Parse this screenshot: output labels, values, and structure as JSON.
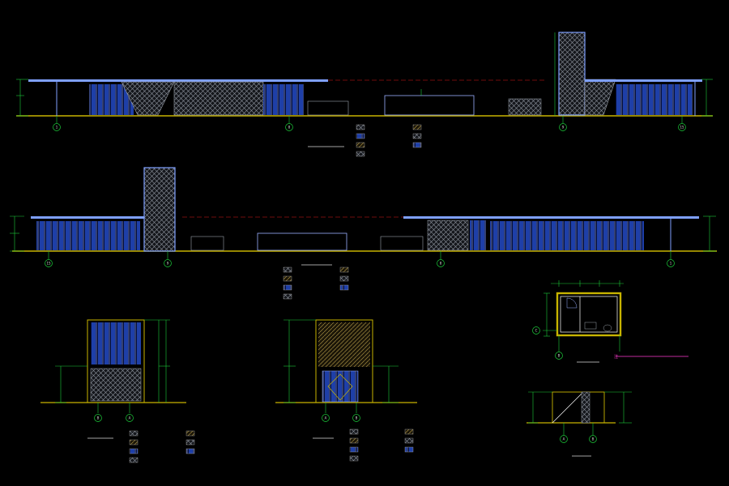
{
  "drawing": {
    "background": "#000000",
    "palette": {
      "ground": "#c8b400",
      "wall": "#2a5bd7",
      "glass": "#1e3fa8",
      "hatch": "#9aa0aa",
      "dimension": "#1ccc3a",
      "axis_bubble": "#1ccc3a",
      "roof": "#7fa0ff",
      "center_line": "#e01b1b",
      "note_text": "#ff3bd0"
    },
    "texts": {
      "a1": "1",
      "a2": "8",
      "a3": "9",
      "a4": "15",
      "b1": "15",
      "b2": "9",
      "b3": "8",
      "b4": "1",
      "c1": "B",
      "c2": "A",
      "d1": "A",
      "d2": "B",
      "e1": "C",
      "e2": "B",
      "f1": "A",
      "f2": "B",
      "note": "注"
    },
    "icons": {
      "axis": "axis-bubble-icon",
      "legend": "material-swatch-icon",
      "elevation": "elevation-marker-icon"
    }
  }
}
